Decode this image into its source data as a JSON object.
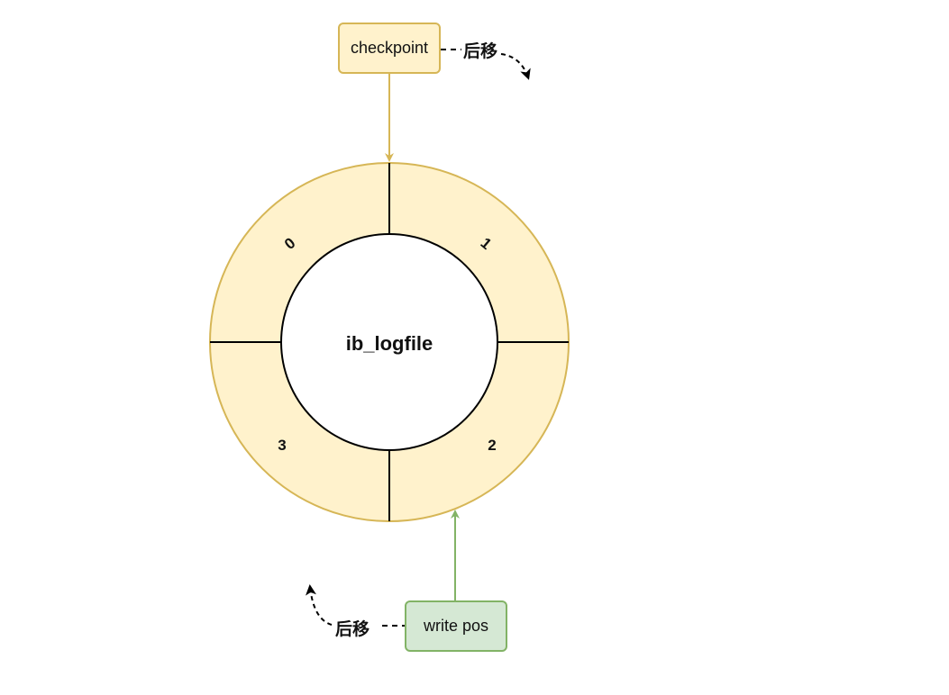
{
  "diagram": {
    "center_label": "ib_logfile",
    "segment_labels": [
      "0",
      "1",
      "2",
      "3"
    ],
    "checkpoint_label": "checkpoint",
    "write_pos_label": "write pos",
    "move_label_top": "后移",
    "move_label_bottom": "后移"
  },
  "colors": {
    "ring_fill": "#fff2cc",
    "ring_stroke": "#d6b656",
    "checkpoint_fill": "#fff2cc",
    "checkpoint_stroke": "#d6b656",
    "writepos_fill": "#d5e8d4",
    "writepos_stroke": "#82b366",
    "line": "#000000"
  }
}
